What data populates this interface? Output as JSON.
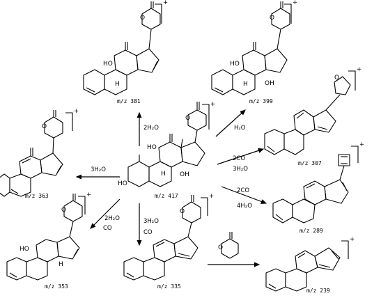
{
  "title": "",
  "charge_symbol": "+",
  "ions": {
    "parent": {
      "mz": "m/z 417"
    },
    "i381": {
      "mz": "m/z 381"
    },
    "i399": {
      "mz": "m/z 399"
    },
    "i307": {
      "mz": "m/z 307"
    },
    "i289": {
      "mz": "m/z 289"
    },
    "i239": {
      "mz": "m/z 239"
    },
    "i335": {
      "mz": "m/z 335"
    },
    "i353": {
      "mz": "m/z 353"
    },
    "i363": {
      "mz": "m/z 363"
    }
  },
  "conditions": {
    "to381": "2H₂O",
    "to399": "H₂O",
    "to307_a": "2CO",
    "to307_b": "3H₂O",
    "to289_a": "2CO",
    "to289_b": "4H₂O",
    "to363": "3H₂O",
    "to353_a": "2H₂O",
    "to353_b": "CO",
    "to335_a": "3H₂O",
    "to335_b": "CO"
  },
  "atoms": {
    "O": "O",
    "HO": "HO",
    "OH": "OH",
    "H": "H",
    "HO_ring": "HO"
  }
}
